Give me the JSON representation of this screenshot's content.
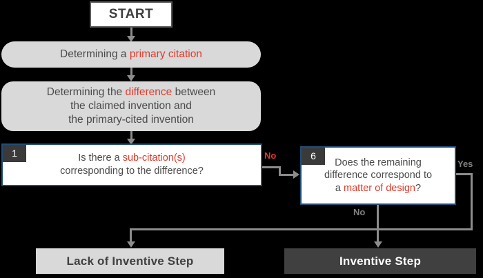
{
  "diagram": {
    "title": "Inventive Step Determination Flowchart",
    "background": "#000000",
    "colors": {
      "highlight_red": "#e03a2b",
      "process_fill": "#d9d9d9",
      "decision_border": "#1f4e79",
      "badge_fill": "#3a3a3a",
      "connector": "#8c8c8c",
      "dark_result_fill": "#404040",
      "text_gray": "#4a4a4a"
    },
    "nodes": {
      "start": {
        "label": "START",
        "shape": "terminal"
      },
      "process_primary": {
        "line1_pre": "Determining a ",
        "line1_hl": "primary citation",
        "line1_post": "",
        "shape": "rounded-process"
      },
      "process_difference": {
        "line1_pre": "Determining the ",
        "line1_hl": "difference",
        "line1_post": " between",
        "line2": "the claimed invention and",
        "line3": "the primary-cited invention",
        "shape": "rounded-process"
      },
      "decision_1": {
        "badge": "1",
        "line1_pre": "Is there a ",
        "line1_hl": "sub-citation(s)",
        "line1_post": "",
        "line2": "corresponding to the difference?",
        "shape": "decision"
      },
      "decision_6": {
        "badge": "6",
        "line1": "Does the remaining",
        "line2": "difference correspond to",
        "line3_pre": "a ",
        "line3_hl": "matter of design",
        "line3_post": "?",
        "shape": "decision"
      },
      "result_lack": {
        "label": "Lack of Inventive Step",
        "shape": "terminal-result",
        "style": "light"
      },
      "result_inventive": {
        "label": "Inventive Step",
        "shape": "terminal-result",
        "style": "dark"
      }
    },
    "edges": {
      "start_to_primary": {
        "label": ""
      },
      "primary_to_difference": {
        "label": ""
      },
      "difference_to_decision1": {
        "label": ""
      },
      "decision1_to_decision6": {
        "label": "No"
      },
      "decision6_no_to_inventive": {
        "label": "No"
      },
      "decision6_yes_to_lack": {
        "label": "Yes"
      }
    }
  }
}
